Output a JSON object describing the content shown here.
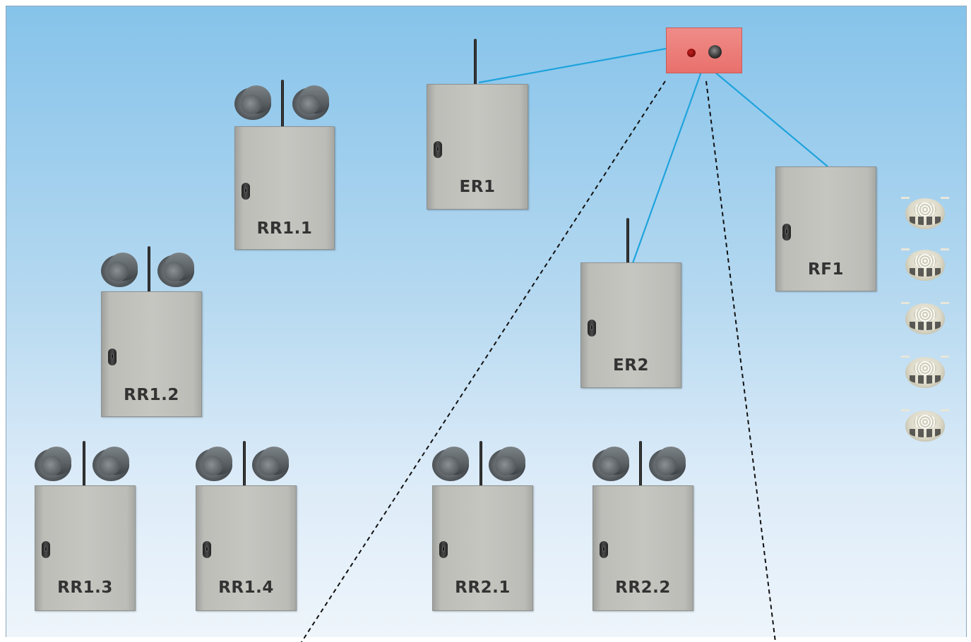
{
  "diagram": {
    "control_panel": {
      "name": "alarm-panel",
      "color": "#e8706c"
    },
    "cabinets": [
      {
        "id": "rr11",
        "label": "RR1.1",
        "antenna": true,
        "horns": true
      },
      {
        "id": "rr12",
        "label": "RR1.2",
        "antenna": true,
        "horns": true
      },
      {
        "id": "rr13",
        "label": "RR1.3",
        "antenna": true,
        "horns": true
      },
      {
        "id": "rr14",
        "label": "RR1.4",
        "antenna": true,
        "horns": true
      },
      {
        "id": "er1",
        "label": "ER1",
        "antenna": true,
        "horns": false
      },
      {
        "id": "er2",
        "label": "ER2",
        "antenna": true,
        "horns": false
      },
      {
        "id": "rf1",
        "label": "RF1",
        "antenna": false,
        "horns": false
      },
      {
        "id": "rr21",
        "label": "RR2.1",
        "antenna": true,
        "horns": true
      },
      {
        "id": "rr22",
        "label": "RR2.2",
        "antenna": true,
        "horns": true
      }
    ],
    "wired_links": [
      "ER1",
      "ER2",
      "RF1"
    ],
    "detectors_count": 5,
    "colors": {
      "wire": "#1fa3dc",
      "dashed": "#111111",
      "background_top": "#86c3ea",
      "background_bottom": "#eef5fb"
    }
  }
}
